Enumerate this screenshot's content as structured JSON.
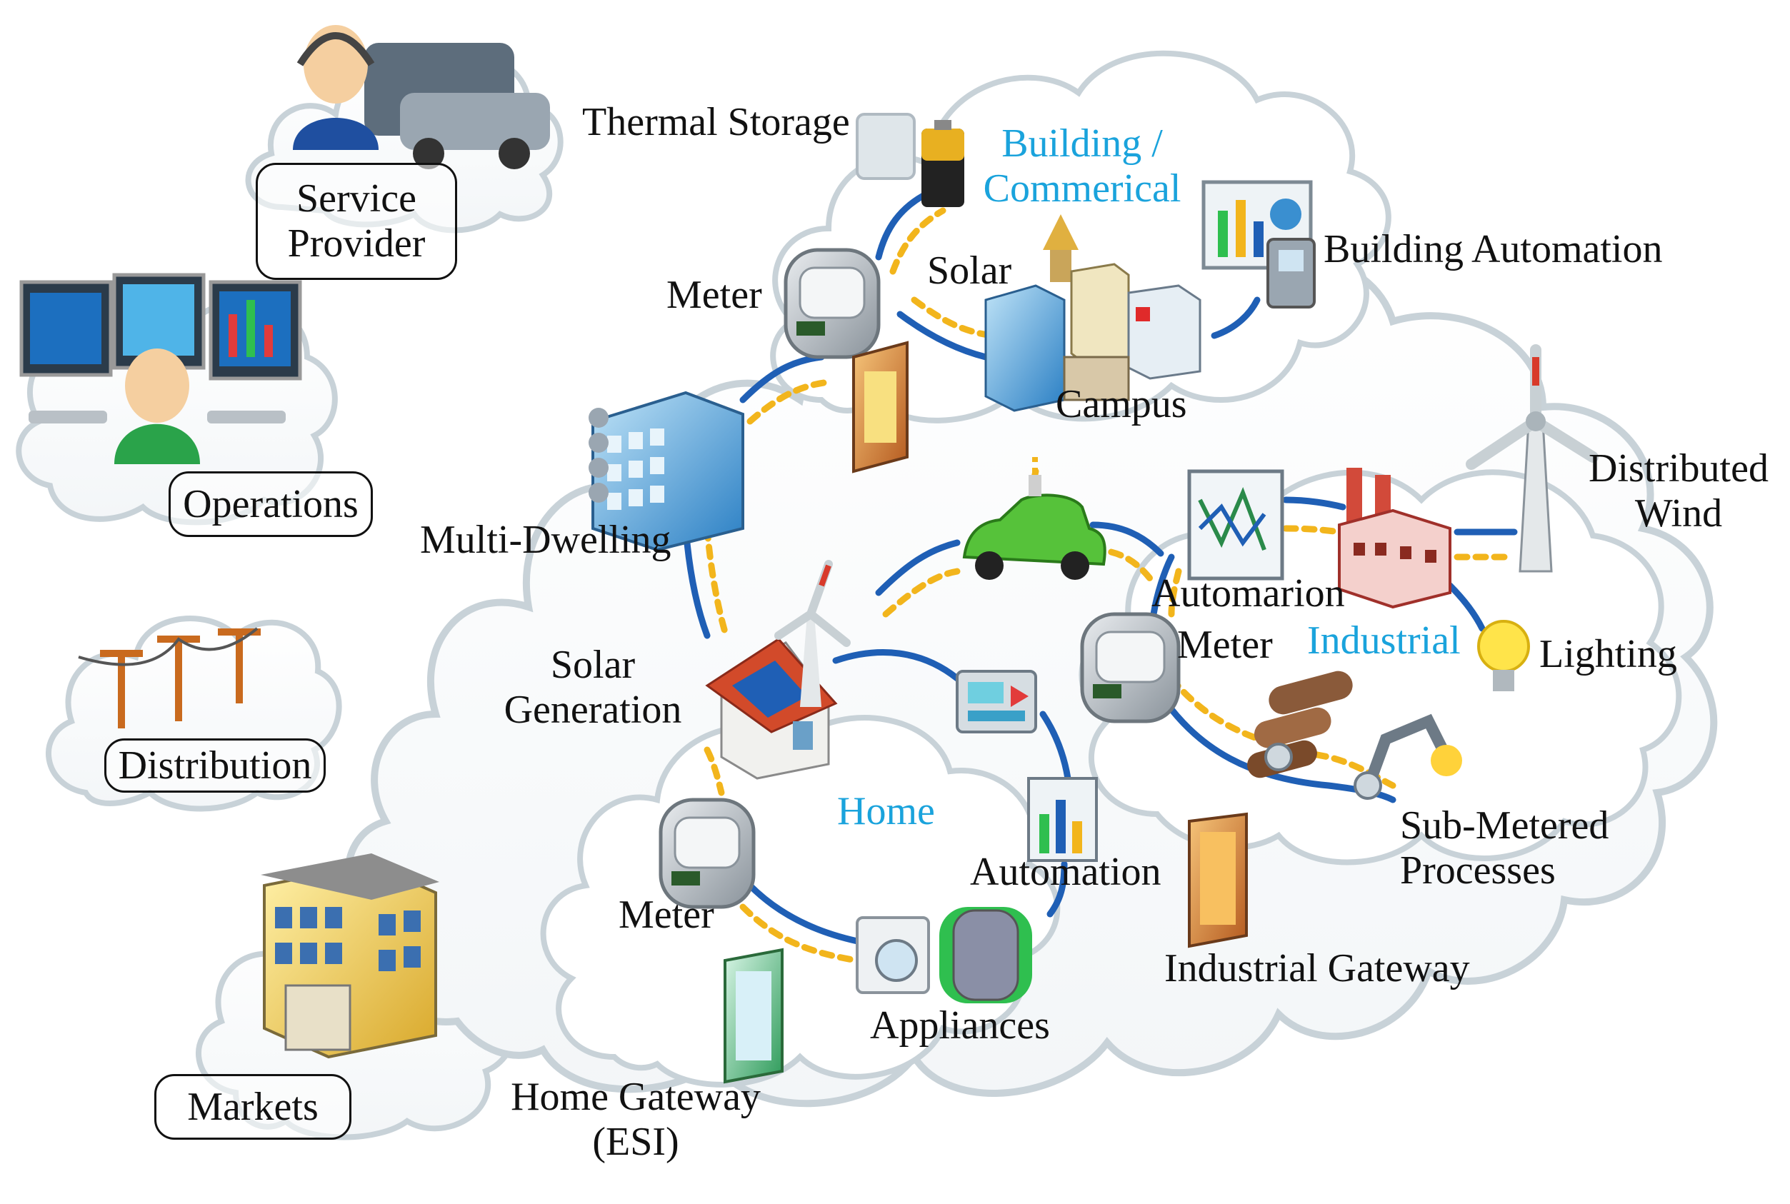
{
  "actors": {
    "service_provider": [
      "Service",
      "Provider"
    ],
    "operations": "Operations",
    "distribution": "Distribution",
    "markets": "Markets"
  },
  "domains": {
    "building_commercial": [
      "Building /",
      "Commerical"
    ],
    "home": "Home",
    "industrial": "Industrial"
  },
  "labels": {
    "thermal_storage": "Thermal Storage",
    "building_automation": "Building Automation",
    "meter_building": "Meter",
    "solar_building": "Solar",
    "campus": "Campus",
    "multi_dwelling": "Multi-Dwelling",
    "solar_generation": [
      "Solar",
      "Generation"
    ],
    "distributed_wind": [
      "Distributed",
      "Wind"
    ],
    "automation_industrial": "Automarion",
    "meter_industrial": "Meter",
    "lighting": "Lighting",
    "sub_metered": [
      "Sub-Metered",
      "Processes"
    ],
    "industrial_gateway": "Industrial Gateway",
    "automation_home": "Automation",
    "meter_home": "Meter",
    "appliances": "Appliances",
    "home_gateway": [
      "Home Gateway",
      "(ESI)"
    ]
  },
  "colors": {
    "domain_label": "#1aa3dc",
    "link_blue": "#1f5fb5",
    "link_yellow": "#f2b51c",
    "cloud_outline": "#c8d2d8"
  }
}
